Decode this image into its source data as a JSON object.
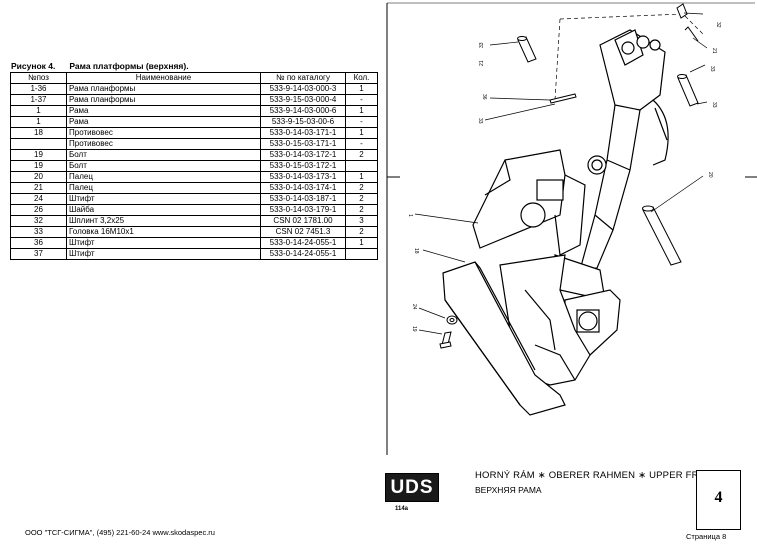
{
  "figure": {
    "label": "Рисунок 4.",
    "title": "Рама платформы (верхняя)."
  },
  "table": {
    "headers": [
      "№поз",
      "Наименование",
      "№ по каталогу",
      "Кол."
    ],
    "rows": [
      [
        "1-36",
        "Рама планформы",
        "533-9-14-03-000-3",
        "1"
      ],
      [
        "1-37",
        "Рама планформы",
        "533-9-15-03-000-4",
        "-"
      ],
      [
        "1",
        "Рама",
        "533-9-14-03-000-6",
        "1"
      ],
      [
        "1",
        "Рама",
        "533-9-15-03-00-6",
        "-"
      ],
      [
        "18",
        "Противовес",
        "533-0-14-03-171-1",
        "1"
      ],
      [
        "",
        "Противовес",
        "533-0-15-03-171-1",
        "-"
      ],
      [
        "19",
        "Болт",
        "533-0-14-03-172-1",
        "2"
      ],
      [
        "19",
        "Болт",
        "533-0-15-03-172-1",
        ""
      ],
      [
        "20",
        "Палец",
        "533-0-14-03-173-1",
        "1"
      ],
      [
        "21",
        "Палец",
        "533-0-14-03-174-1",
        "2"
      ],
      [
        "24",
        "Штифт",
        "533-0-14-03-187-1",
        "2"
      ],
      [
        "26",
        "Шайба",
        "533-0-14-03-179-1",
        "2"
      ],
      [
        "32",
        "Шплинт 3,2x25",
        "CSN 02  1781.00",
        "3"
      ],
      [
        "33",
        "Головка 16M10x1",
        "CSN 02  7451.3",
        "2"
      ],
      [
        "36",
        "Штифт",
        "533-0-14-24-055-1",
        "1"
      ],
      [
        "37",
        "Штифт",
        "533-0-14-24-055-1",
        ""
      ]
    ]
  },
  "footer": "ООО \"ТСГ-СИГМА\", (495) 221-60-24 www.skodaspec.ru",
  "page": "Страница 8",
  "title_block": {
    "logo": "UDS",
    "model": "114a",
    "line1": "HORNÝ RÁM ∗ OBERER RAHMEN ∗ UPPER FRAME∗",
    "line2": "ВЕРХНЯЯ РАМА",
    "sheet": "4"
  },
  "drawing": {
    "callouts": [
      "32",
      "21",
      "33",
      "36",
      "1",
      "18",
      "24",
      "19",
      "20",
      "21",
      "33",
      "32",
      "26"
    ]
  }
}
